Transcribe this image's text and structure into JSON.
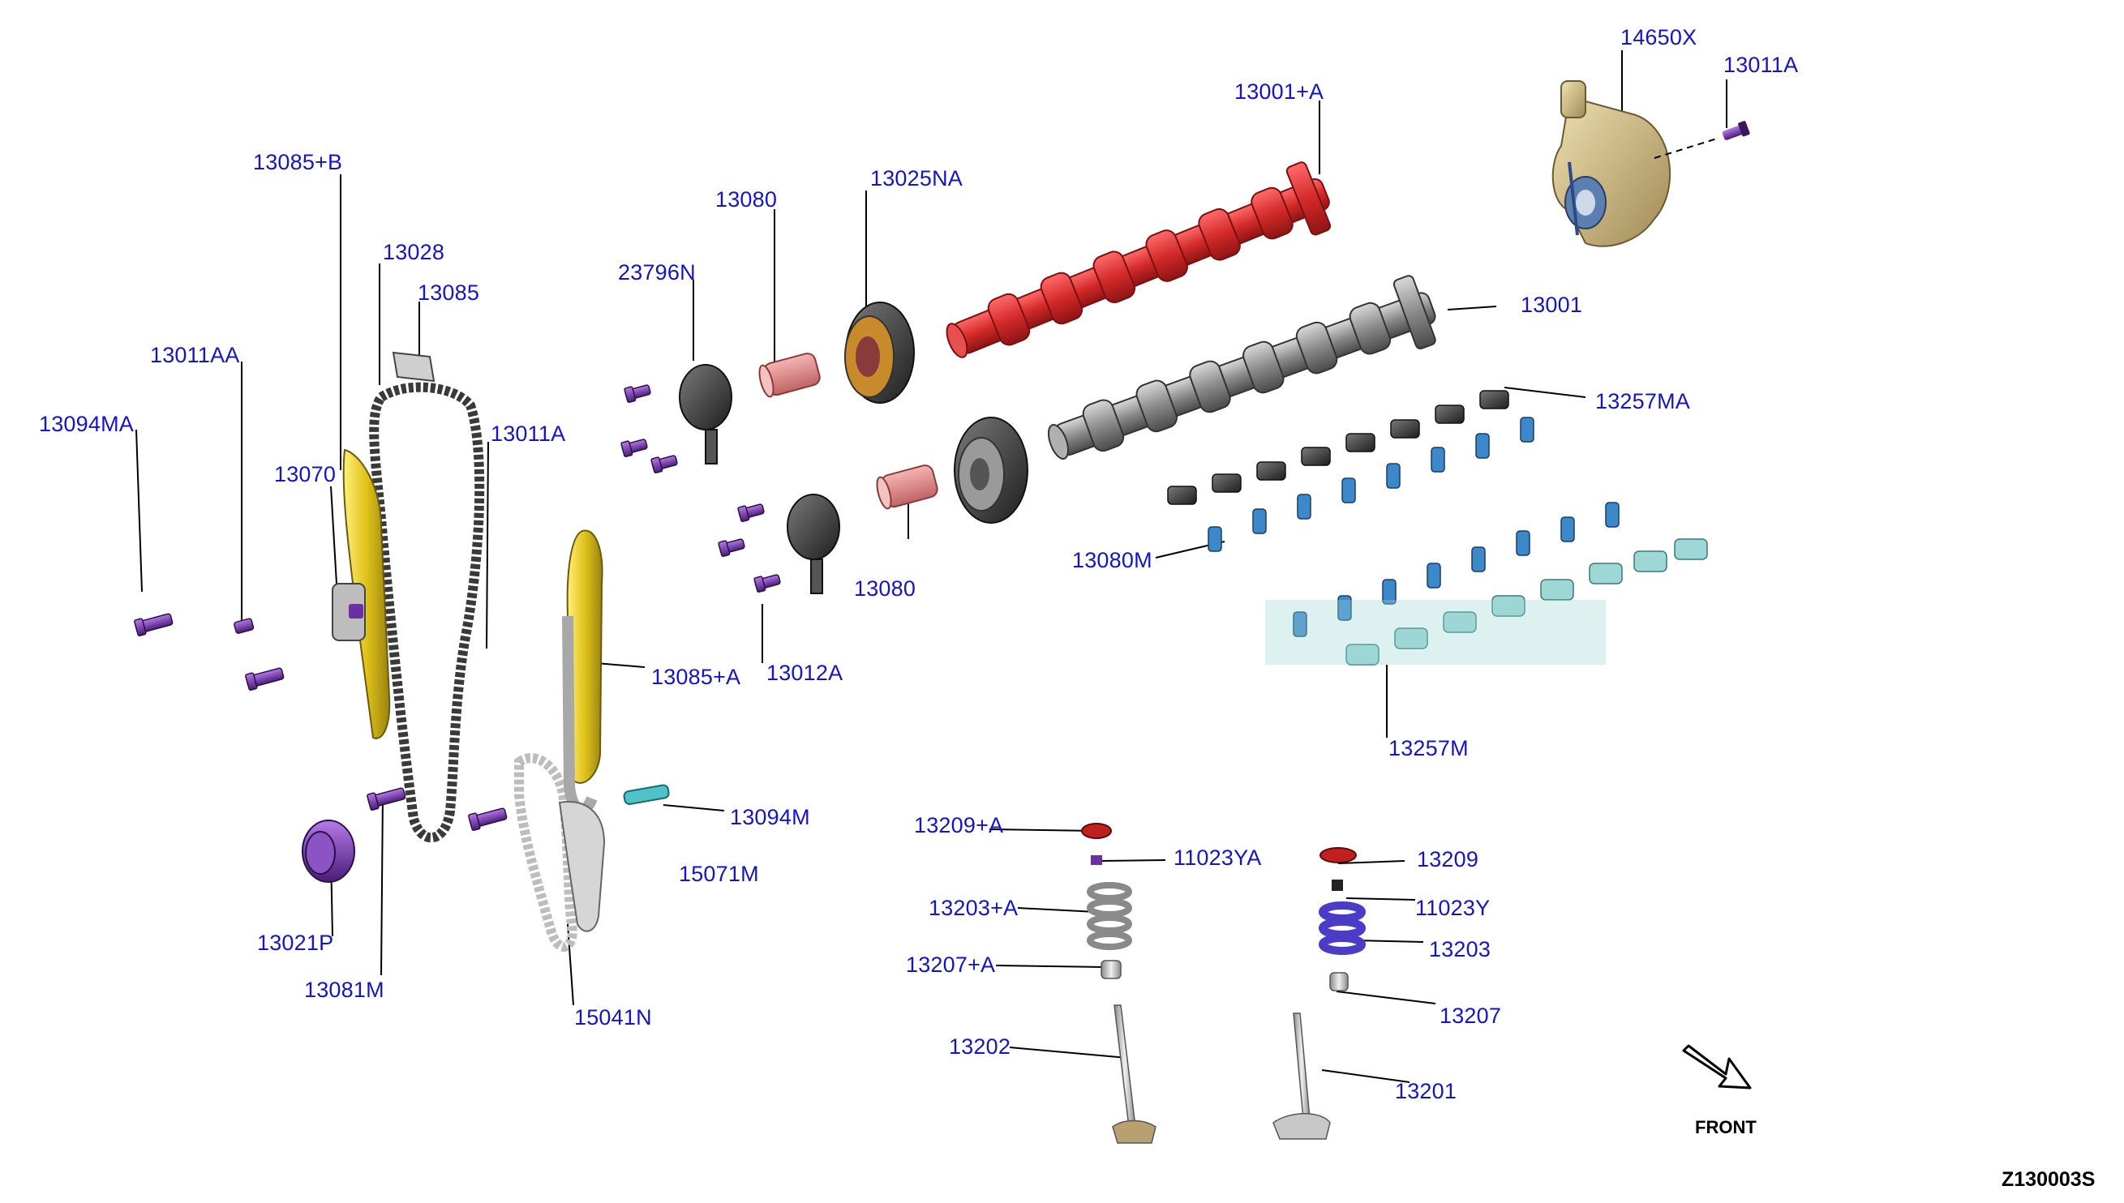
{
  "callouts": [
    {
      "id": "c1",
      "label": "14650X"
    },
    {
      "id": "c2",
      "label": "13011A"
    },
    {
      "id": "c3",
      "label": "13001+A"
    },
    {
      "id": "c4",
      "label": "13085+B"
    },
    {
      "id": "c5",
      "label": "13025NA"
    },
    {
      "id": "c6",
      "label": "13080"
    },
    {
      "id": "c7",
      "label": "13028"
    },
    {
      "id": "c8",
      "label": "23796N"
    },
    {
      "id": "c9",
      "label": "13085"
    },
    {
      "id": "c10",
      "label": "13001"
    },
    {
      "id": "c11",
      "label": "13011AA"
    },
    {
      "id": "c12",
      "label": "13257MA"
    },
    {
      "id": "c13",
      "label": "13094MA"
    },
    {
      "id": "c14",
      "label": "13011A"
    },
    {
      "id": "c15",
      "label": "13070"
    },
    {
      "id": "c16",
      "label": "13080M"
    },
    {
      "id": "c17",
      "label": "13080"
    },
    {
      "id": "c18",
      "label": "13085+A"
    },
    {
      "id": "c19",
      "label": "13012A"
    },
    {
      "id": "c20",
      "label": "13257M"
    },
    {
      "id": "c21",
      "label": "13094M"
    },
    {
      "id": "c22",
      "label": "13209+A"
    },
    {
      "id": "c23",
      "label": "11023YA"
    },
    {
      "id": "c24",
      "label": "13209"
    },
    {
      "id": "c25",
      "label": "15071M"
    },
    {
      "id": "c26",
      "label": "13203+A"
    },
    {
      "id": "c27",
      "label": "11023Y"
    },
    {
      "id": "c28",
      "label": "13021P"
    },
    {
      "id": "c29",
      "label": "13203"
    },
    {
      "id": "c30",
      "label": "13207+A"
    },
    {
      "id": "c31",
      "label": "13081M"
    },
    {
      "id": "c32",
      "label": "15041N"
    },
    {
      "id": "c33",
      "label": "13207"
    },
    {
      "id": "c34",
      "label": "13202"
    },
    {
      "id": "c35",
      "label": "13201"
    }
  ],
  "front_indicator": {
    "label": "FRONT"
  },
  "diagram_code": "Z130003S",
  "colors": {
    "callout_text": "#1414c8",
    "camshaft_intake": "#d42a2a",
    "camshaft_exhaust": "#8a8a8a",
    "guide_yellow": "#e0c21a",
    "bolt_purple": "#6a2fa0",
    "rocker_teal": "#9fd6d6",
    "lash_blue": "#3c88c8",
    "valve_grey": "#a8a8a8"
  }
}
